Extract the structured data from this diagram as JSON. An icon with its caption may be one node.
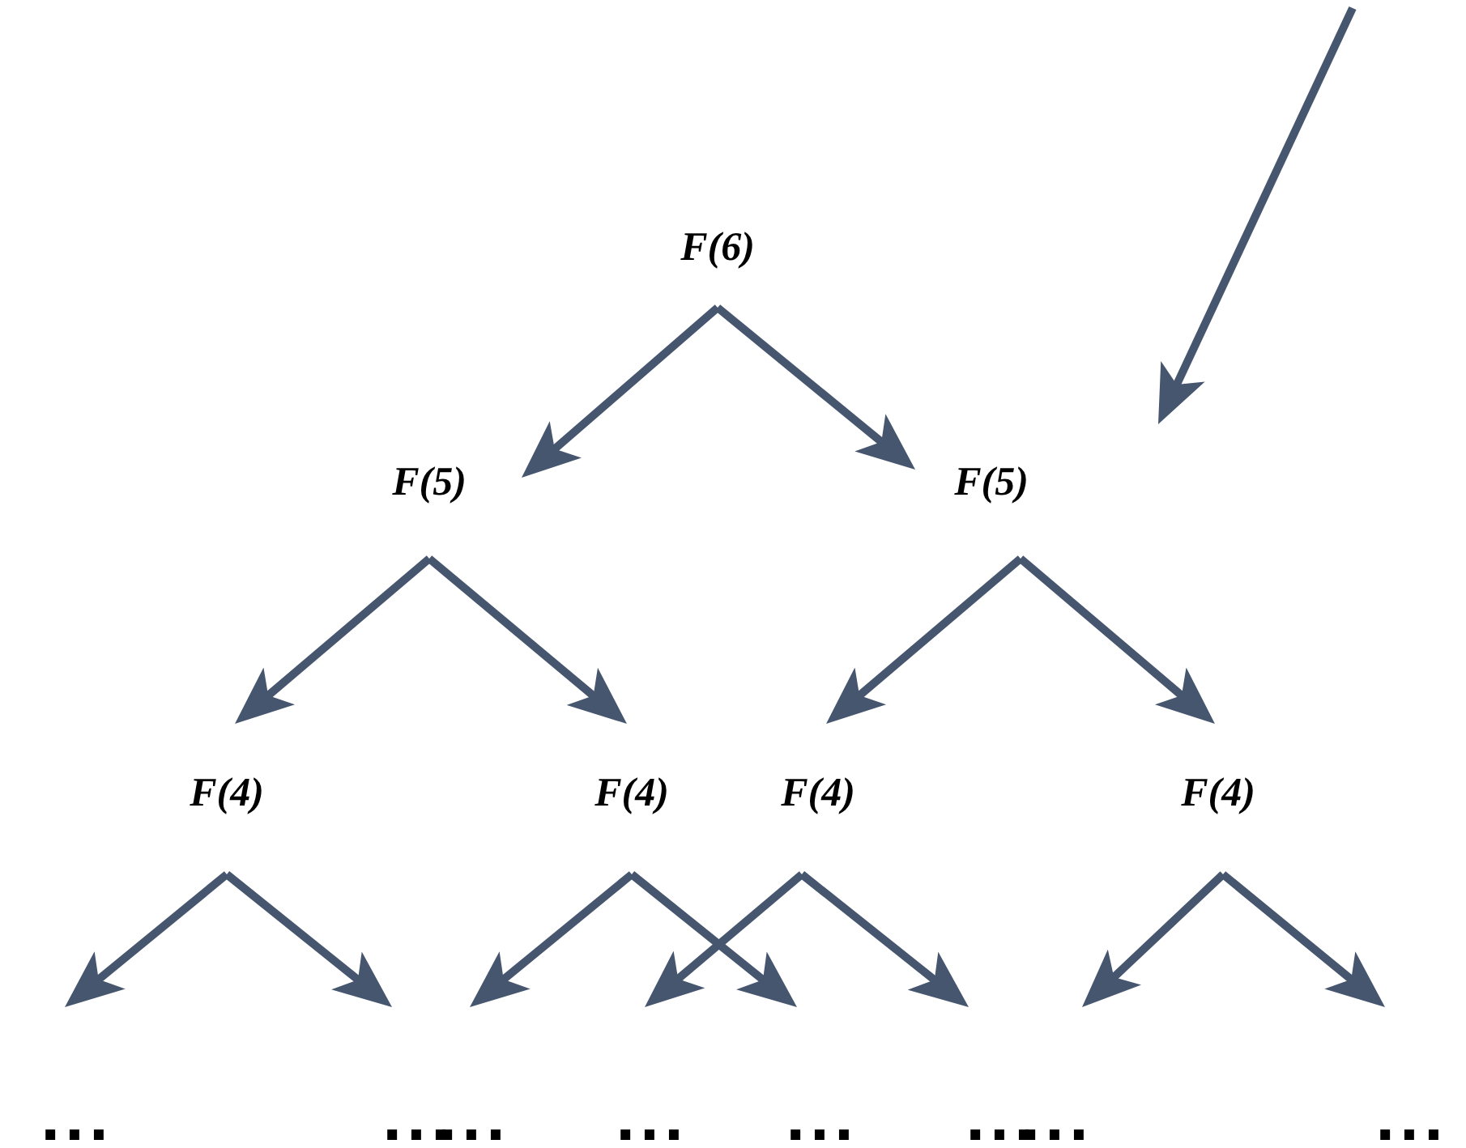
{
  "diagram": {
    "nodes": [
      {
        "text": [
          "F(6)"
        ]
      },
      {
        "text": [
          "F(5)"
        ]
      },
      {
        "text": [
          "F(5)"
        ]
      },
      {
        "text": [
          "F(4)"
        ]
      },
      {
        "text": [
          "F(4)"
        ]
      },
      {
        "text": [
          "F(4)"
        ]
      },
      {
        "text": [
          "F(4)"
        ]
      },
      {
        "text": [
          "..."
        ]
      },
      {
        "text": [
          "..."
        ]
      },
      {
        "text": [
          "..."
        ]
      },
      {
        "text": [
          "..."
        ]
      },
      {
        "text": [
          "..."
        ]
      },
      {
        "text": [
          "..."
        ]
      },
      {
        "text": [
          "..."
        ]
      },
      {
        "text": [
          "..."
        ]
      }
    ],
    "edges": [
      {
        "from": 0,
        "to": 1,
        "arrow": "to"
      },
      {
        "from": 0,
        "to": 2,
        "arrow": "to"
      },
      {
        "from": 1,
        "to": 3,
        "arrow": "to"
      },
      {
        "from": 1,
        "to": 4,
        "arrow": "to"
      },
      {
        "from": 2,
        "to": 5,
        "arrow": "to"
      },
      {
        "from": 2,
        "to": 6,
        "arrow": "to"
      },
      {
        "from": 3,
        "to": 7,
        "arrow": "to"
      },
      {
        "from": 3,
        "to": 8,
        "arrow": "to"
      },
      {
        "from": 4,
        "to": 9,
        "arrow": "to"
      },
      {
        "from": 4,
        "to": 11,
        "arrow": "to"
      },
      {
        "from": 5,
        "to": 10,
        "arrow": "to"
      },
      {
        "from": 5,
        "to": 12,
        "arrow": "to"
      },
      {
        "from": 6,
        "to": 13,
        "arrow": "to"
      },
      {
        "from": 6,
        "to": 14,
        "arrow": "to"
      },
      {
        "from": null,
        "to": 2,
        "arrow": "to"
      }
    ]
  }
}
